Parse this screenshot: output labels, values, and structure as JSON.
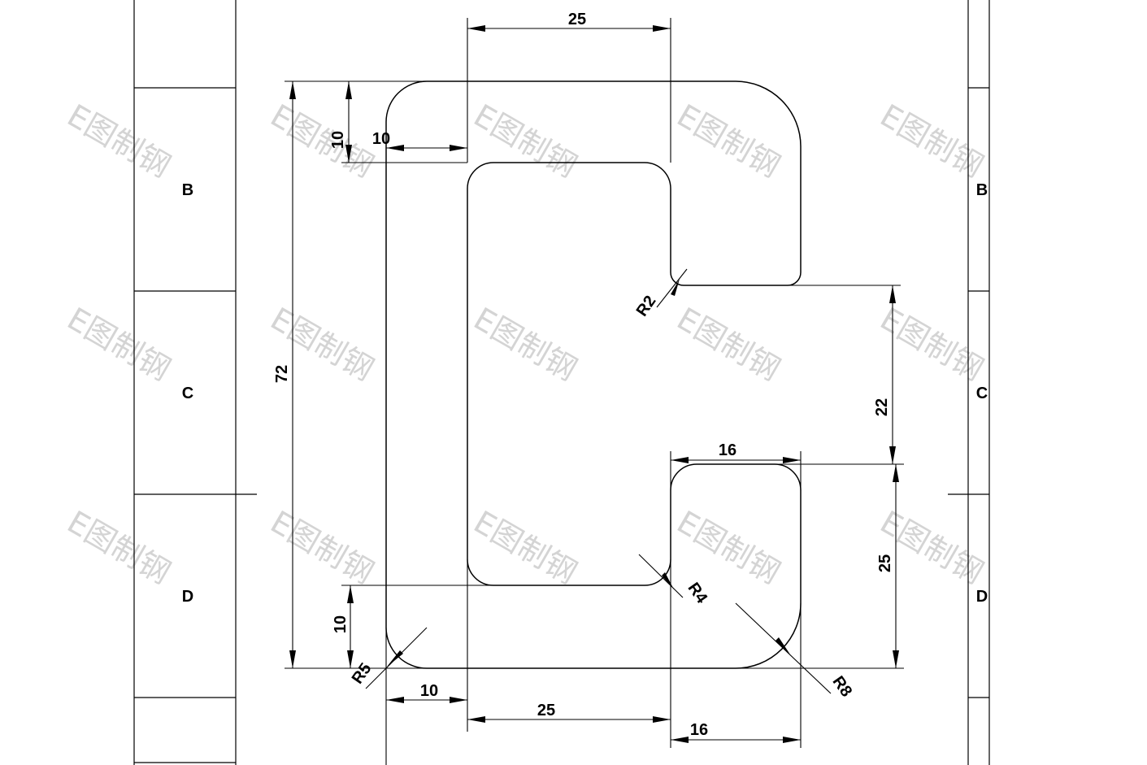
{
  "watermark": "E图制钢",
  "zones": {
    "b": "B",
    "c": "C",
    "d": "D"
  },
  "dimensions": {
    "top_width": "25",
    "top_thickness": "10",
    "left_flange": "10",
    "overall_height": "72",
    "opening_gap": "22",
    "inner_lip_width": "16",
    "inner_lip_height": "25",
    "bottom_thickness": "10",
    "bottom_left": "10",
    "bottom_mid": "25",
    "bottom_right": "16"
  },
  "radii": {
    "r2": "R2",
    "r4": "R4",
    "r5": "R5",
    "r8": "R8"
  }
}
